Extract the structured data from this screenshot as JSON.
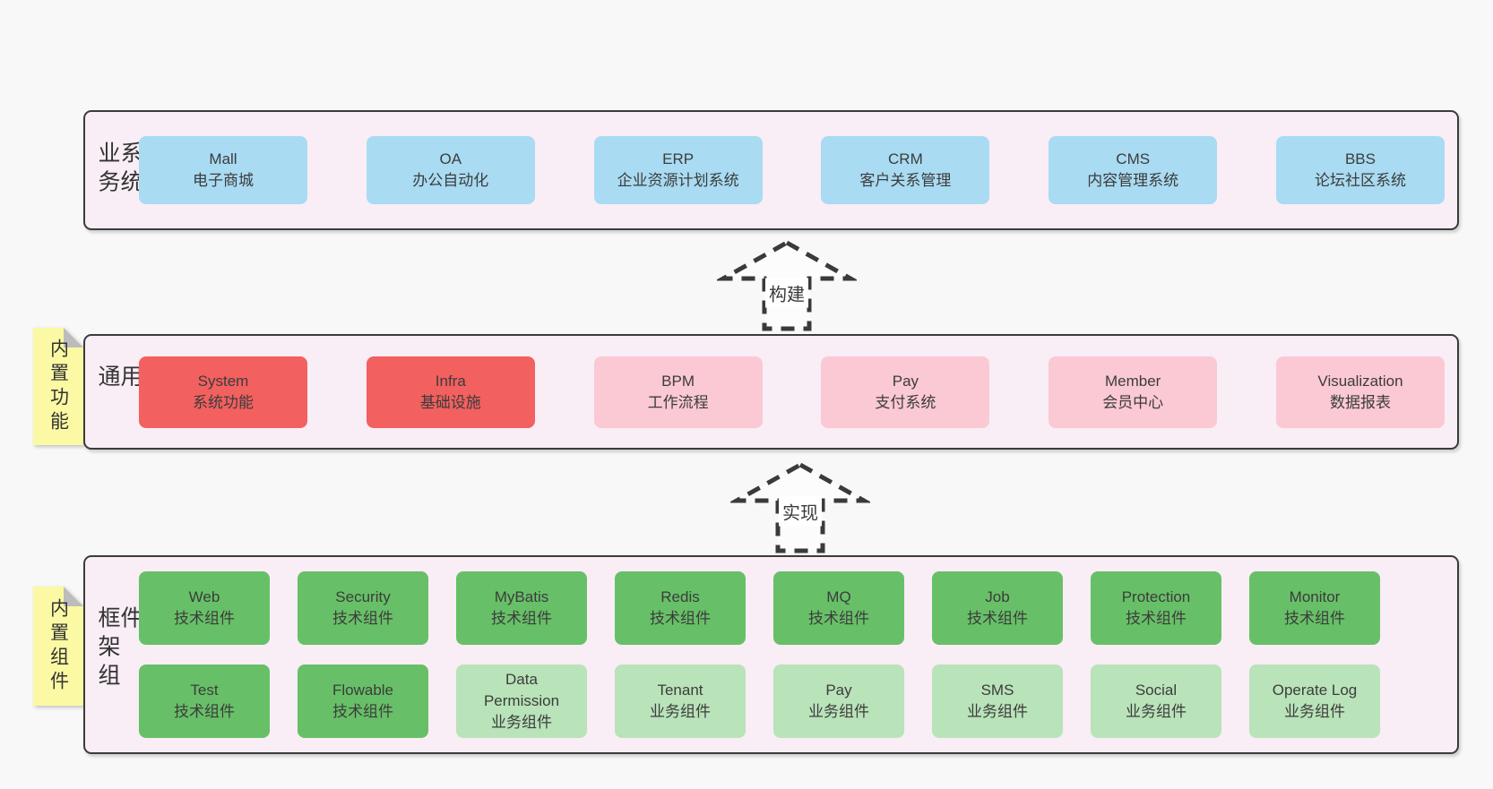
{
  "colors": {
    "background": "#f8f8f8",
    "container-fill": "#f9edf6",
    "container-border": "#3b3b3b",
    "blue": "#a9dbf2",
    "red": "#f2605f",
    "pink": "#fbc9d3",
    "green": "#67c067",
    "light-green": "#b9e3b9",
    "yellow": "#fbf9a3",
    "fold-gray": "#bcbcbc",
    "text": "#3a3a3a"
  },
  "layers": [
    {
      "id": "business-systems",
      "side_label": "业务系统",
      "sticky_tab": null,
      "rows": [
        [
          {
            "name": "Mall",
            "desc": "电子商城",
            "variant": "blue"
          },
          {
            "name": "OA",
            "desc": "办公自动化",
            "variant": "blue"
          },
          {
            "name": "ERP",
            "desc": "企业资源计划系统",
            "variant": "blue"
          },
          {
            "name": "CRM",
            "desc": "客户关系管理",
            "variant": "blue"
          },
          {
            "name": "CMS",
            "desc": "内容管理系统",
            "variant": "blue"
          },
          {
            "name": "BBS",
            "desc": "论坛社区系统",
            "variant": "blue"
          }
        ]
      ]
    },
    {
      "id": "common-modules",
      "side_label": "通用模块",
      "sticky_tab": "内置功能",
      "rows": [
        [
          {
            "name": "System",
            "desc": "系统功能",
            "variant": "red"
          },
          {
            "name": "Infra",
            "desc": "基础设施",
            "variant": "red"
          },
          {
            "name": "BPM",
            "desc": "工作流程",
            "variant": "pink"
          },
          {
            "name": "Pay",
            "desc": "支付系统",
            "variant": "pink"
          },
          {
            "name": "Member",
            "desc": "会员中心",
            "variant": "pink"
          },
          {
            "name": "Visualization",
            "desc": "数据报表",
            "variant": "pink"
          }
        ]
      ]
    },
    {
      "id": "framework-components",
      "side_label": "框架组件",
      "sticky_tab": "内置组件",
      "rows": [
        [
          {
            "name": "Web",
            "desc": "技术组件",
            "variant": "green"
          },
          {
            "name": "Security",
            "desc": "技术组件",
            "variant": "green"
          },
          {
            "name": "MyBatis",
            "desc": "技术组件",
            "variant": "green"
          },
          {
            "name": "Redis",
            "desc": "技术组件",
            "variant": "green"
          },
          {
            "name": "MQ",
            "desc": "技术组件",
            "variant": "green"
          },
          {
            "name": "Job",
            "desc": "技术组件",
            "variant": "green"
          },
          {
            "name": "Protection",
            "desc": "技术组件",
            "variant": "green"
          },
          {
            "name": "Monitor",
            "desc": "技术组件",
            "variant": "green"
          }
        ],
        [
          {
            "name": "Test",
            "desc": "技术组件",
            "variant": "green"
          },
          {
            "name": "Flowable",
            "desc": "技术组件",
            "variant": "green"
          },
          {
            "name": "Data Permission",
            "desc": "业务组件",
            "variant": "light-green"
          },
          {
            "name": "Tenant",
            "desc": "业务组件",
            "variant": "light-green"
          },
          {
            "name": "Pay",
            "desc": "业务组件",
            "variant": "light-green"
          },
          {
            "name": "SMS",
            "desc": "业务组件",
            "variant": "light-green"
          },
          {
            "name": "Social",
            "desc": "业务组件",
            "variant": "light-green"
          },
          {
            "name": "Operate Log",
            "desc": "业务组件",
            "variant": "light-green"
          }
        ]
      ]
    }
  ],
  "arrows": [
    {
      "label": "构建"
    },
    {
      "label": "实现"
    }
  ]
}
